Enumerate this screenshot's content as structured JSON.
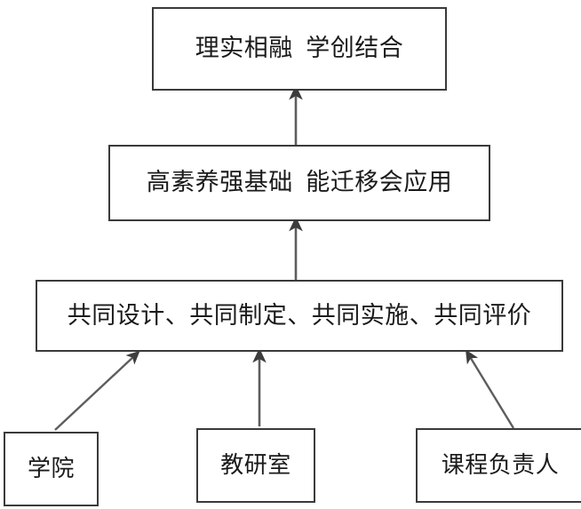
{
  "diagram": {
    "type": "flowchart-hierarchy",
    "background_color": "#ffffff",
    "box_border_color": "#3a3a3a",
    "text_color": "#1a1a1a",
    "arrow_color": "#555555",
    "levels": [
      {
        "id": "vision",
        "label": "理实相融  学创结合"
      },
      {
        "id": "competency",
        "label": "高素养强基础  能迁移会应用"
      },
      {
        "id": "collaboration",
        "label": "共同设计、共同制定、共同实施、共同评价"
      }
    ],
    "actors": [
      {
        "id": "college",
        "label": "学院"
      },
      {
        "id": "teaching-office",
        "label": "教研室"
      },
      {
        "id": "course-leader",
        "label": "课程负责人"
      }
    ],
    "connectors": [
      {
        "id": "college-to-collaboration",
        "from": "college",
        "to": "collaboration",
        "style": "diagonal-arrow"
      },
      {
        "id": "teaching-office-to-collaboration",
        "from": "teaching-office",
        "to": "collaboration",
        "style": "vertical-arrow"
      },
      {
        "id": "course-leader-to-collaboration",
        "from": "course-leader",
        "to": "collaboration",
        "style": "diagonal-arrow"
      },
      {
        "id": "collaboration-to-competency",
        "from": "collaboration",
        "to": "competency",
        "style": "vertical-arrow"
      },
      {
        "id": "competency-to-vision",
        "from": "competency",
        "to": "vision",
        "style": "vertical-arrow"
      }
    ]
  }
}
